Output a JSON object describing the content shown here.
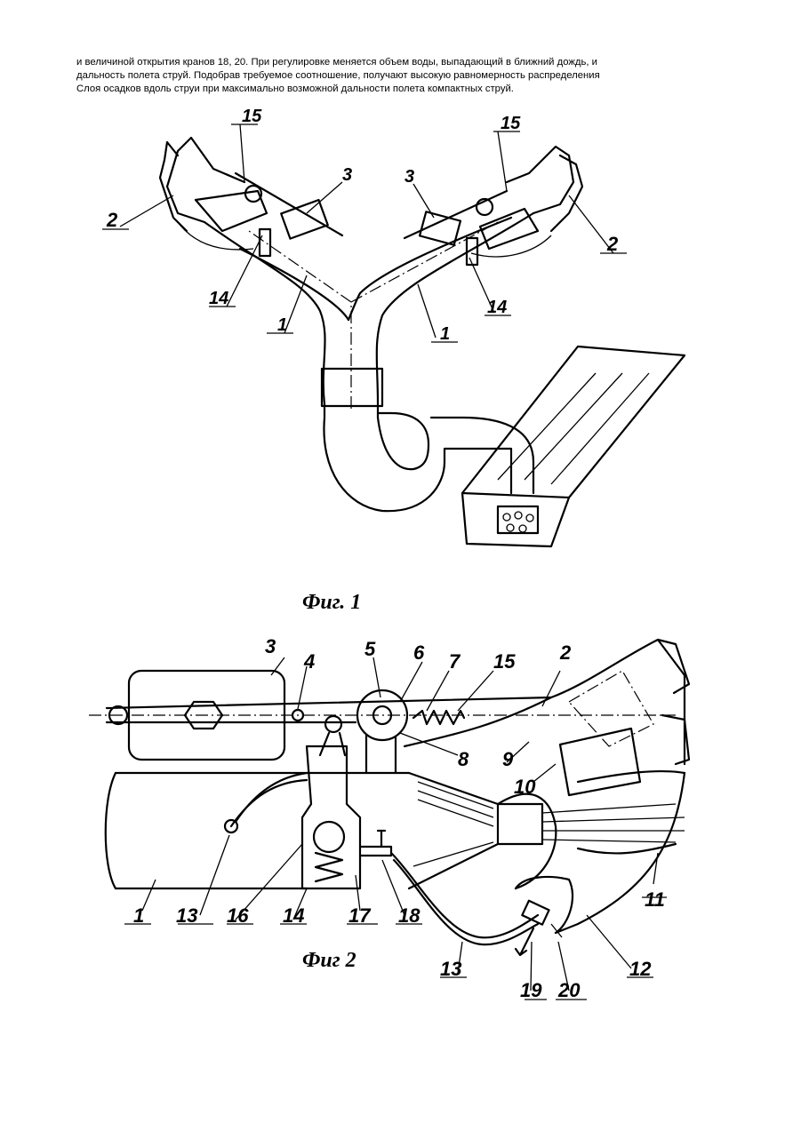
{
  "text": {
    "lines": [
      "и величиной открытия кранов 18, 20. При регулировке меняется объем воды, выпадающий в ближний дождь, и",
      "дальность полета струй. Подобрав требуемое соотношение, получают высокую равномерность распределения",
      "Слоя осадков вдоль струи при максимально возможной дальности полета компактных струй."
    ]
  },
  "figure1": {
    "caption": "Фиг. 1",
    "labels": {
      "l15a": "15",
      "l15b": "15",
      "l3a": "3",
      "l3b": "3",
      "l2a": "2",
      "l2b": "2",
      "l14a": "14",
      "l14b": "14",
      "l1a": "1",
      "l1b": "1"
    }
  },
  "figure2": {
    "caption": "Фиг 2",
    "labels": {
      "l3": "3",
      "l4": "4",
      "l5": "5",
      "l6": "6",
      "l7": "7",
      "l15": "15",
      "l2": "2",
      "l8": "8",
      "l9": "9",
      "l10": "10",
      "l11": "11",
      "l12": "12",
      "l1": "1",
      "l13a": "13",
      "l16": "16",
      "l14": "14",
      "l17": "17",
      "l18": "18",
      "l13b": "13",
      "l19": "19",
      "l20": "20"
    }
  }
}
